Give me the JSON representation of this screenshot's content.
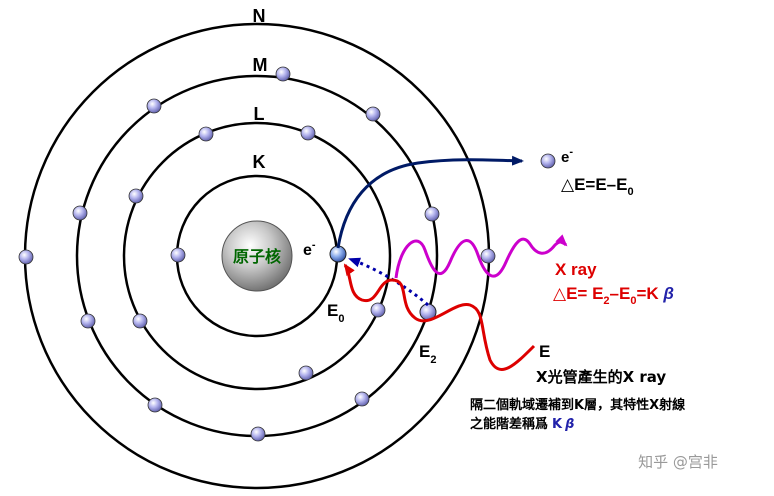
{
  "nucleus": {
    "label": "原子核"
  },
  "shells": {
    "K": "K",
    "L": "L",
    "M": "M",
    "N": "N"
  },
  "electron": {
    "symbol": "e",
    "charge": "-"
  },
  "ejected": {
    "symbol": "e",
    "charge": "-",
    "delta": "△E=E–E",
    "delta_sub": "0"
  },
  "levels": {
    "E0": "E",
    "E0_sub": "0",
    "E2": "E",
    "E2_sub": "2"
  },
  "xray": {
    "title": "X ray",
    "eq_part1": "△E= E",
    "eq_sub1": "2",
    "eq_part2": "–E",
    "eq_sub2": "0",
    "eq_part3": "=K ",
    "eq_beta": "β"
  },
  "incident": {
    "label": "E",
    "caption": "X光管產生的X ray"
  },
  "note": {
    "line1": "隔二個軌域遷補到K層，其特性X射線",
    "line2": "之能階差稱爲",
    "k": "K",
    "beta": "β"
  },
  "watermark": "知乎 @宫非",
  "colors": {
    "orbit": "#000000",
    "electron": "#7777cc",
    "ejection_arrow": "#001a66",
    "xray_wave": "#cc00cc",
    "incident_wave": "#dd0000",
    "transition_arrow": "#0000aa",
    "xray_text": "#dd0000",
    "kbeta_text": "#2222aa",
    "nucleus_text": "#006600"
  }
}
